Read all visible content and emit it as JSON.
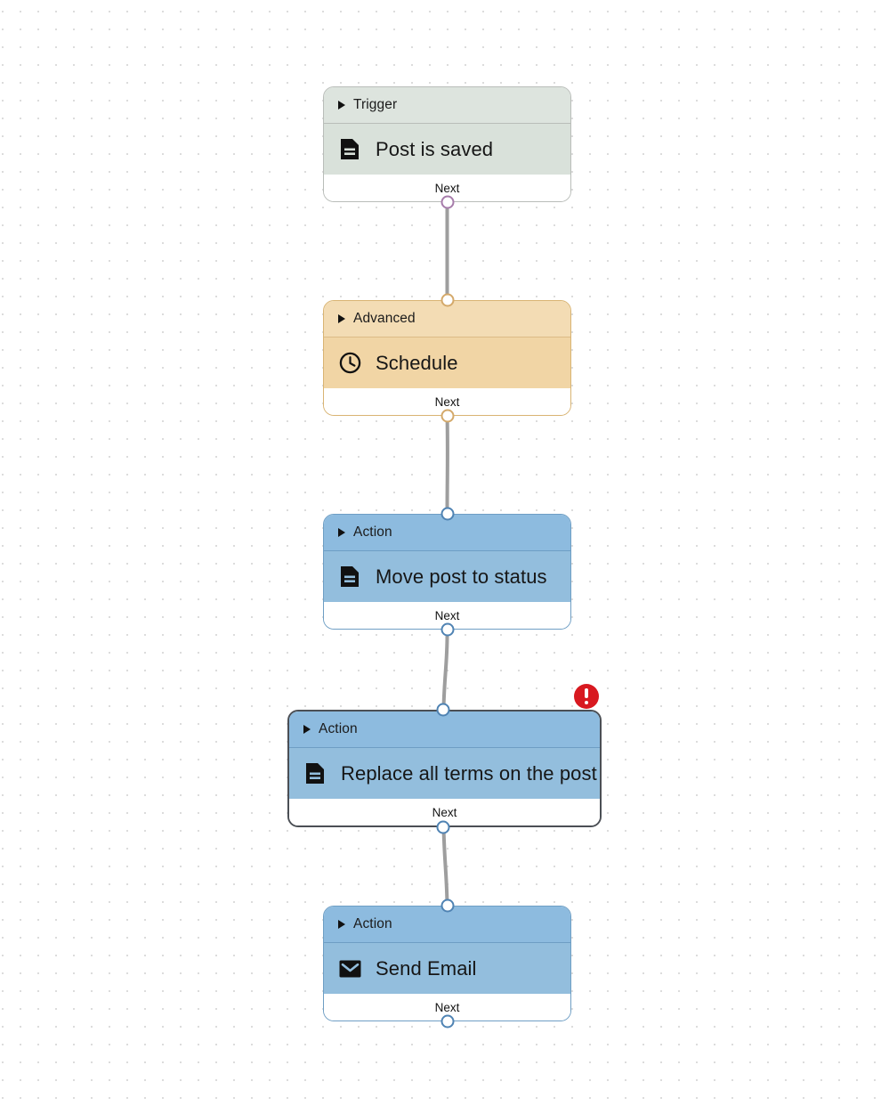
{
  "canvas": {
    "grid": "dot-grid",
    "background_color": "#ffffff",
    "grid_dot_color": "#dcdcdc"
  },
  "colors": {
    "trigger_body": "#d9e1da",
    "trigger_header": "#dde4de",
    "trigger_border": "#b9bdb9",
    "trigger_port": "#a77cab",
    "advanced_body": "#f1d5a5",
    "advanced_header": "#f3dcb4",
    "advanced_border": "#d9b473",
    "advanced_port": "#d4a96a",
    "action_body": "#93bedd",
    "action_header": "#8dbbdf",
    "action_border": "#6e9ec4",
    "action_port": "#4f83b3",
    "selected_border": "#4b4f55",
    "edge_stroke": "#9e9e9e",
    "error_badge": "#d81920"
  },
  "nodes": [
    {
      "id": "trigger-post-is-saved",
      "category": "Trigger",
      "title": "Post is saved",
      "icon": "document-icon",
      "footer_label": "Next",
      "selected": false,
      "has_error": false
    },
    {
      "id": "advanced-schedule",
      "category": "Advanced",
      "title": "Schedule",
      "icon": "clock-icon",
      "footer_label": "Next",
      "selected": false,
      "has_error": false
    },
    {
      "id": "action-move-post-to-status",
      "category": "Action",
      "title": "Move post to status",
      "icon": "document-icon",
      "footer_label": "Next",
      "selected": false,
      "has_error": false
    },
    {
      "id": "action-replace-all-terms-on-the-post",
      "category": "Action",
      "title": "Replace all terms on the post",
      "icon": "document-icon",
      "footer_label": "Next",
      "selected": true,
      "has_error": true,
      "error_icon": "error-exclamation-icon"
    },
    {
      "id": "action-send-email",
      "category": "Action",
      "title": "Send Email",
      "icon": "envelope-icon",
      "footer_label": "Next",
      "selected": false,
      "has_error": false
    }
  ]
}
